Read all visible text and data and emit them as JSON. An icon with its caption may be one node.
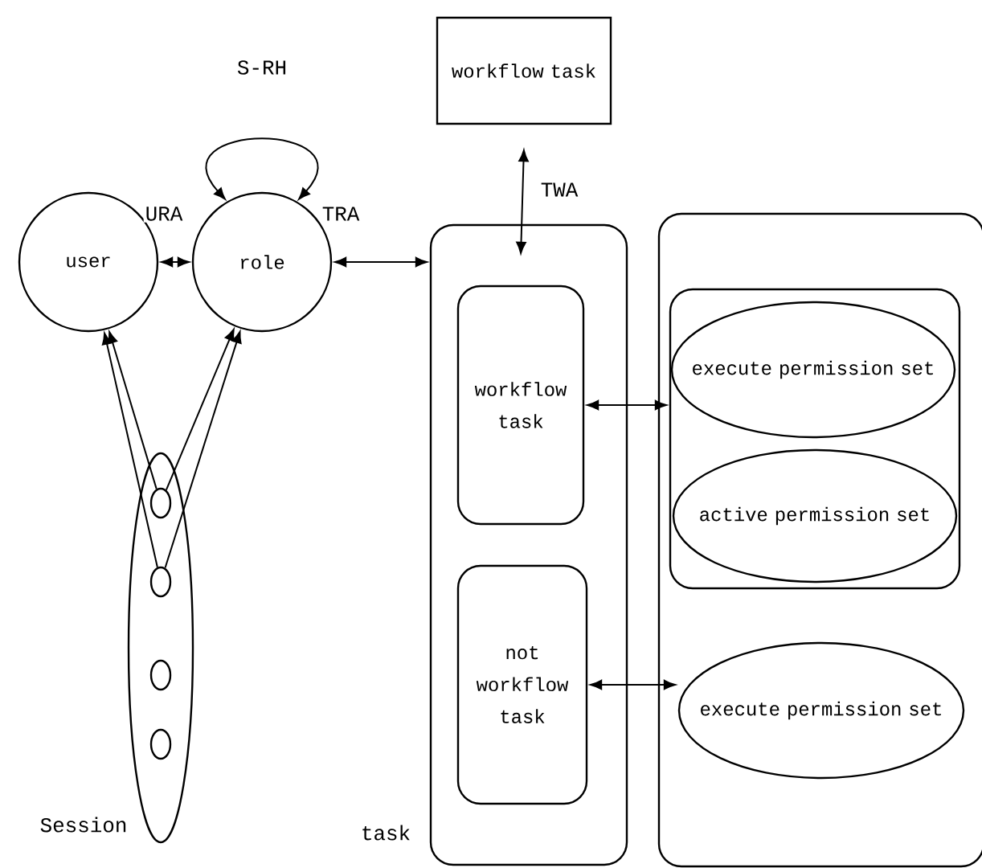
{
  "diagram": {
    "nodes": [
      {
        "text": [
          "user"
        ]
      },
      {
        "text": [
          "role"
        ]
      },
      {
        "text": [
          "workflow task"
        ]
      },
      {
        "text": [
          "task"
        ]
      },
      {
        "text": [
          "workflow task"
        ],
        "in": 3
      },
      {
        "text": [
          "not workflow task"
        ],
        "in": 3
      },
      {
        "text": [],
        "shape": "box"
      },
      {
        "text": [],
        "shape": "box",
        "in": 6
      },
      {
        "text": [
          "execute permission set"
        ],
        "in": 7
      },
      {
        "text": [
          "active permission set"
        ],
        "in": 7
      },
      {
        "text": [
          "execute permission set"
        ],
        "in": 6
      },
      {
        "text": [
          "Session"
        ]
      },
      {
        "text": [],
        "shape": "circle",
        "in": 11
      },
      {
        "text": [],
        "shape": "circle",
        "in": 11
      },
      {
        "text": [],
        "shape": "circle",
        "in": 11
      },
      {
        "text": [],
        "shape": "circle",
        "in": 11
      }
    ],
    "edges": [
      {
        "from": 0,
        "to": 1,
        "arrow": "both",
        "label": "URA"
      },
      {
        "from": 1,
        "to": 1,
        "arrow": "both",
        "label": "S-RH"
      },
      {
        "from": 1,
        "to": 3,
        "arrow": "both",
        "label": "TRA"
      },
      {
        "from": 2,
        "to": 4,
        "arrow": "both",
        "label": "TWA"
      },
      {
        "from": 4,
        "to": 7,
        "arrow": "both"
      },
      {
        "from": 5,
        "to": 10,
        "arrow": "both"
      },
      {
        "from": 12,
        "to": 0,
        "arrow": "to"
      },
      {
        "from": 12,
        "to": 1,
        "arrow": "to"
      },
      {
        "from": 13,
        "to": 0,
        "arrow": "to"
      },
      {
        "from": 13,
        "to": 1,
        "arrow": "to"
      }
    ]
  }
}
